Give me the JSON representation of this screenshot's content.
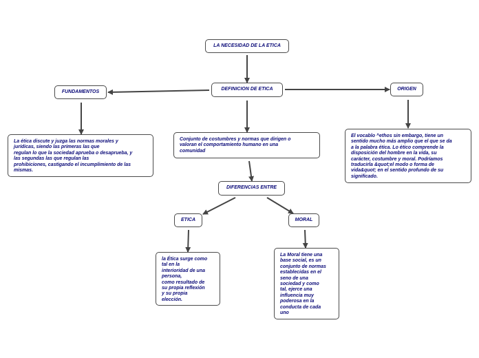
{
  "nodes": {
    "title": "LA NECESIDAD DE LA ETICA",
    "definicion": "DEFINICION DE ETICA",
    "fundamentos": "FUNDAMENTOS",
    "origen": "ORIGEN",
    "fundamentos_text": "La ética discute y juzga las normas morales y\njurídicas, siendo las primeras las que\nregulan lo que la sociedad aprueba o desaprueba, y\nlas segundas las que regulan las\nprohibiciones, castigando el incumplimiento de las\nmismas.",
    "definicion_text": "Conjunto de costumbres y normas que dirigen o\nvaloran el comportamiento humano en una\ncomunidad",
    "origen_text": "El vocablo ^ethos sin embargo, tiene un\nsentido mucho más amplio que el que se da\na la palabra ética. Lo ético comprende la\ndisposición del hombre en la vida, su\ncarácter, costumbre y moral. Podríamos\ntraducirla &quot;el modo o forma de\nvida&quot; en el sentido profundo de su\nsignificado.",
    "diferencias": "DIFERENCIAS ENTRE",
    "etica": "ETICA",
    "moral": "MORAL",
    "etica_text": "la Ética surge como\ntal en la\ninterioridad de una\npersona,\ncomo resultado de\nsu propia reflexión\ny su propia\nelección.",
    "moral_text": "La Moral tiene una\nbase social, es un\nconjunto de normas\nestablecidas en el\nseno de una\nsociedad y como\ntal, ejerce una\ninfluencia muy\npoderosa en la\nconducta de cada\nuno"
  },
  "colors": {
    "text": "#0a0a78",
    "border": "#4a4a4a",
    "connector": "#444444"
  }
}
